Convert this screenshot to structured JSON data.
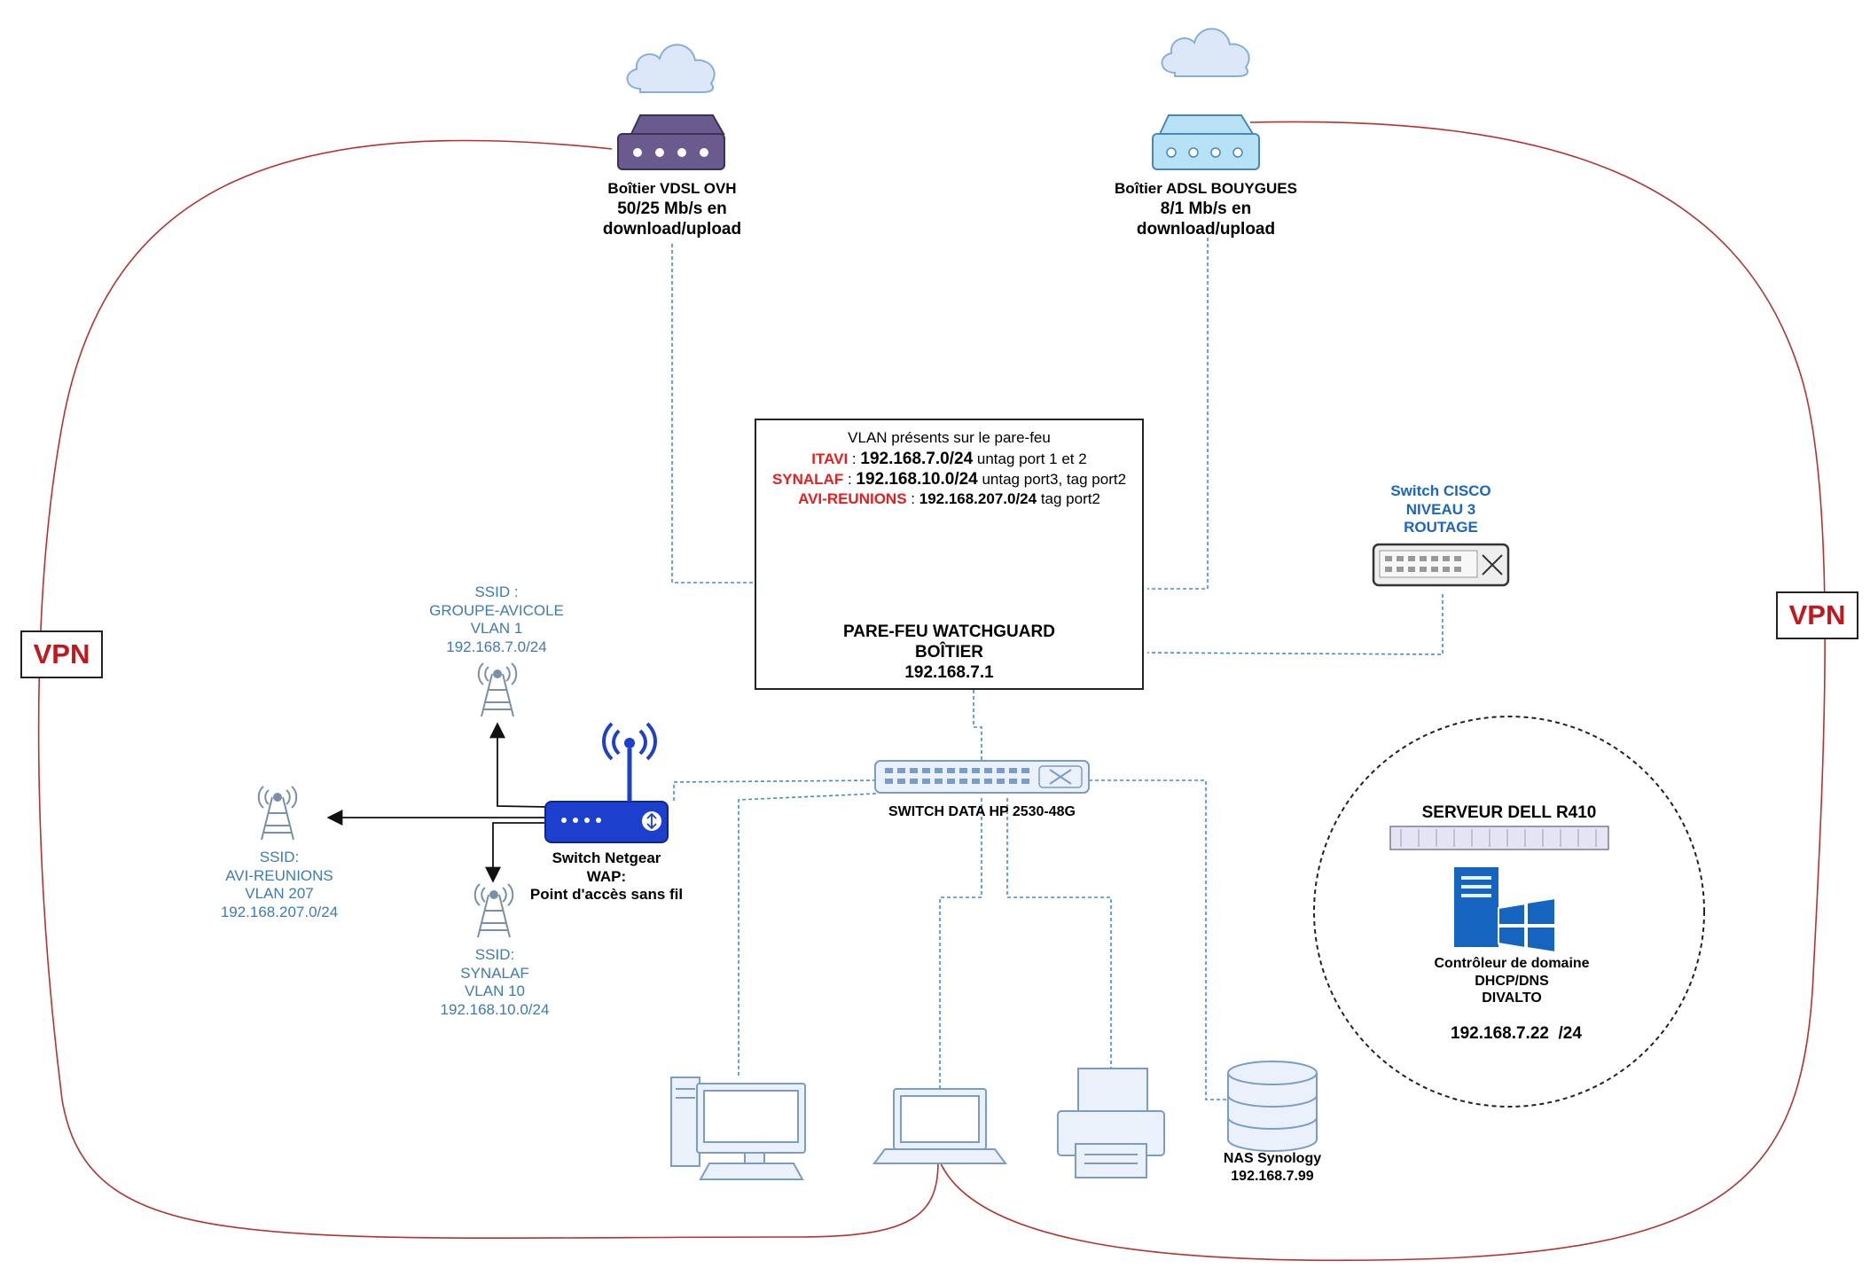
{
  "vpn": {
    "left": "VPN",
    "right": "VPN"
  },
  "modem_ovh": {
    "line1": "Boîtier VDSL OVH",
    "line2": "50/25 Mb/s en",
    "line3": "download/upload",
    "color": "#6b5a8e"
  },
  "modem_bouygues": {
    "line1": "Boîtier ADSL BOUYGUES",
    "line2": "8/1 Mb/s en",
    "line3": "download/upload",
    "color": "#b7e1f5"
  },
  "firewall_box": {
    "title": "VLAN présents sur le pare-feu",
    "vlans": [
      {
        "name": "ITAVI",
        "sep": " : ",
        "ip": "192.168.7.0/24",
        "detail": " untag port 1 et 2"
      },
      {
        "name": "SYNALAF",
        "sep": " : ",
        "ip": "192.168.10.0/24",
        "detail": " untag port3, tag port2"
      },
      {
        "name": "AVI-REUNIONS",
        "sep": " : ",
        "ip": "192.168.207.0/24",
        "detail": " tag port2"
      }
    ],
    "device_line1": "PARE-FEU WATCHGUARD",
    "device_line2": "BOÎTIER",
    "device_ip": "192.168.7.1",
    "color": "#a51c30"
  },
  "switch_cisco": {
    "line1": "Switch CISCO",
    "line2": "NIVEAU 3",
    "line3": "ROUTAGE"
  },
  "switch_hp": {
    "label": "SWITCH DATA HP 2530-48G"
  },
  "netgear": {
    "line1": "Switch Netgear",
    "line2": "WAP:",
    "line3": "Point d'accès sans fil",
    "color": "#1d3fce"
  },
  "ssids": [
    {
      "line1": "SSID :",
      "line2": "GROUPE-AVICOLE",
      "line3": "VLAN 1",
      "line4": "192.168.7.0/24"
    },
    {
      "line1": "SSID:",
      "line2": "AVI-REUNIONS",
      "line3": "VLAN 207",
      "line4": "192.168.207.0/24"
    },
    {
      "line1": "SSID:",
      "line2": "SYNALAF",
      "line3": "VLAN 10",
      "line4": "192.168.10.0/24"
    }
  ],
  "nas": {
    "line1": "NAS Synology",
    "line2": "192.168.7.99"
  },
  "server": {
    "title": "SERVEUR DELL R410",
    "line1": "Contrôleur de domaine",
    "line2": "DHCP/DNS",
    "line3": "DIVALTO",
    "ip": "192.168.7.22  /24"
  },
  "colors": {
    "vpn_line": "#b8312f",
    "link": "#3d8fd1",
    "icon_line": "#7a9cc6",
    "icon_fill": "#eaf1fb"
  }
}
